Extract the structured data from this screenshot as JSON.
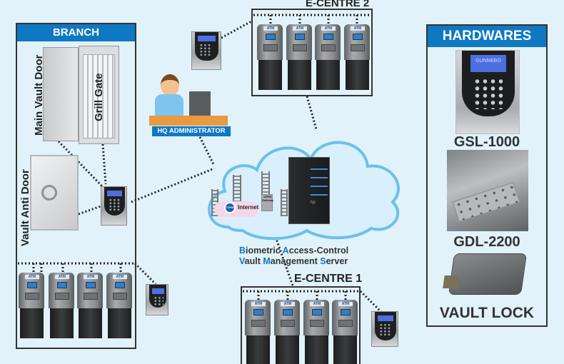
{
  "branch": {
    "title": "BRANCH",
    "labels": {
      "main_vault_door": "Main Vault Door",
      "grill_gate": "Grill Gate",
      "vault_anti_door": "Vault Anti Door"
    },
    "atm_count": 4
  },
  "hq": {
    "label": "HQ ADMINISTRATOR"
  },
  "ecentre2": {
    "title": "E-CENTRE 2",
    "atm_count": 4
  },
  "ecentre1": {
    "title": "E-CENTRE 1",
    "atm_count": 4
  },
  "cloud": {
    "internet_label": "Internet",
    "tcpip_badge": "TCP/IP",
    "gprs_label": "GPRS Gateway",
    "server_brand": "hp"
  },
  "server_caption": {
    "line1": [
      {
        "hl": "B",
        "rest": "iometric "
      },
      {
        "hl": "A",
        "rest": "ccess-Control"
      }
    ],
    "line2": [
      {
        "hl": "V",
        "rest": "ault "
      },
      {
        "hl": "M",
        "rest": "anagement "
      },
      {
        "hl": "S",
        "rest": "erver"
      }
    ]
  },
  "hardwares": {
    "title": "HARDWARES",
    "items": [
      {
        "name": "GSL-1000",
        "screen_text": "GUNNEBO"
      },
      {
        "name": "GDL-2200"
      },
      {
        "name": "VAULT LOCK"
      }
    ]
  },
  "atm_sign": "ATM",
  "colors": {
    "background": "#e1f2fa",
    "header_blue": "#0f78c2",
    "highlight_blue": "#0f78c2",
    "border": "#333333"
  }
}
